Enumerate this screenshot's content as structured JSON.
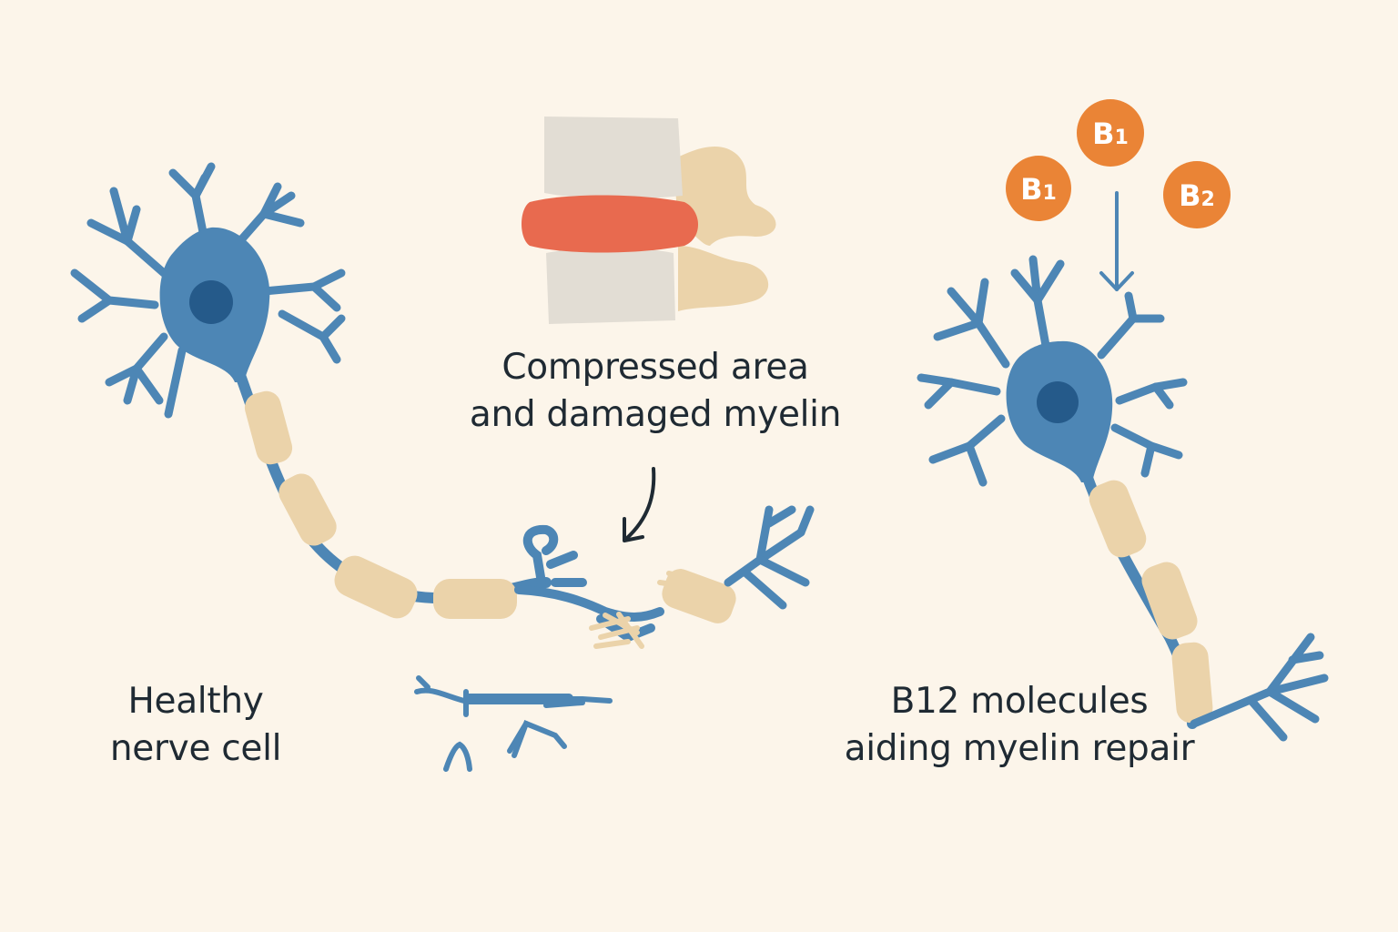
{
  "colors": {
    "background": "#fcf5ea",
    "neuron": "#4d86b5",
    "nucleus": "#255a8a",
    "myelin": "#ebd3aa",
    "vertebra": "#e2ddd4",
    "disc": "#e86a4f",
    "vitamin": "#ea8436",
    "text": "#1f2a33"
  },
  "labels": {
    "healthy": [
      "Healthy",
      "nerve cell"
    ],
    "compressed": [
      "Compressed area",
      "and damaged myelin"
    ],
    "repair": [
      "B12 molecules",
      "aiding myelin repair"
    ]
  },
  "vitamins": [
    {
      "letter": "B",
      "sub": "1"
    },
    {
      "letter": "B",
      "sub": "1"
    },
    {
      "letter": "B",
      "sub": "2"
    }
  ],
  "icons": {
    "vertebra": "spine-vertebra-icon",
    "vitamin": "vitamin-molecule-icon",
    "arrow": "down-arrow-icon"
  }
}
